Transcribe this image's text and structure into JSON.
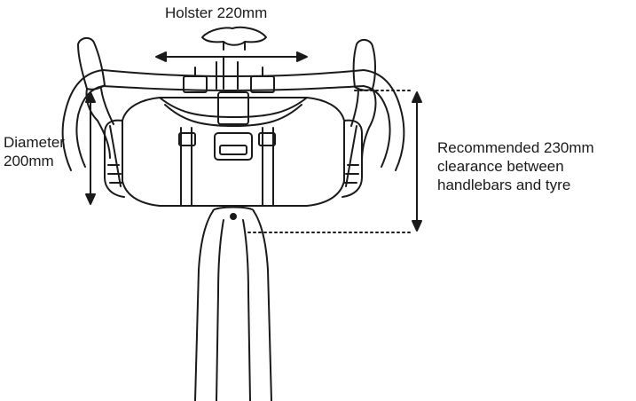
{
  "labels": {
    "holster": "Holster 220mm",
    "diameter_line1": "Diameter",
    "diameter_line2": "200mm",
    "clearance_line1": "Recommended 230mm",
    "clearance_line2": "clearance between",
    "clearance_line3": "handlebars and tyre"
  },
  "colors": {
    "stroke": "#1a1a1a",
    "background": "#ffffff"
  }
}
